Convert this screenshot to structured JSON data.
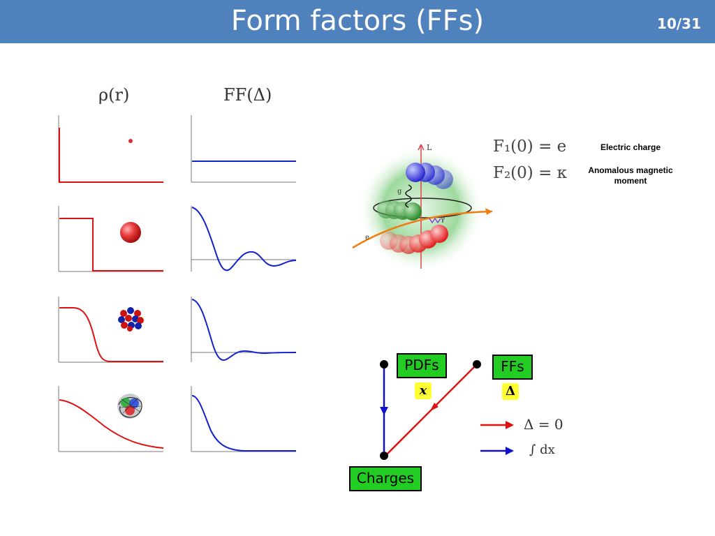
{
  "slide": {
    "title": "Form factors (FFs)",
    "page": "10/31"
  },
  "columns": {
    "density_header": "ρ(r)",
    "ff_header": "FF(Δ)"
  },
  "formulas": [
    {
      "expr": "F₁(0) = e",
      "description": "Electric charge"
    },
    {
      "expr": "F₂(0) = κ",
      "description": "Anomalous magnetic moment"
    }
  ],
  "proton_labels": {
    "L": "L",
    "g": "g",
    "e": "e",
    "gamma": "γ"
  },
  "diagram": {
    "pdfs": "PDFs",
    "ffs": "FFs",
    "charges": "Charges",
    "pdf_var": "x",
    "ff_var": "Δ",
    "legend": [
      {
        "label": "Δ = 0",
        "color": "#dd1111"
      },
      {
        "label": "∫ dx",
        "color": "#1111cc"
      }
    ]
  },
  "colors": {
    "title_bar": "#4f81bd",
    "density_curve": "#dd1111",
    "ff_curve": "#1122cc",
    "box_green": "#22cc22",
    "tag_yellow": "#ffff33"
  }
}
